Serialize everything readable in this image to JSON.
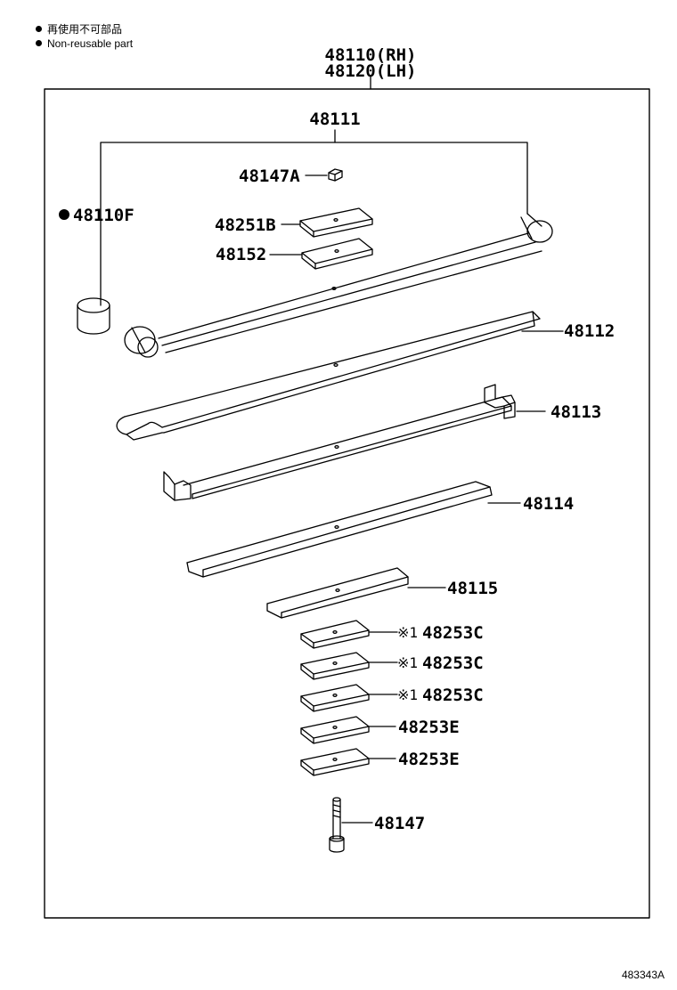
{
  "legend": {
    "non_reusable_ja": "再使用不可部品",
    "non_reusable_en": "Non-reusable part"
  },
  "assembly": {
    "rh": "48110(RH)",
    "lh": "48120(LH)"
  },
  "parts": {
    "spring_leaf_no1": "48111",
    "bushing": "48110F",
    "bushing_non_reusable": true,
    "nut": "48147A",
    "spacer": "48251B",
    "insulator": "48152",
    "leaf_no2": "48112",
    "leaf_no3": "48113",
    "leaf_no4": "48114",
    "leaf_no5": "48115",
    "spacer_c_mark": "※1",
    "spacer_c_1": "48253C",
    "spacer_c_2": "48253C",
    "spacer_c_3": "48253C",
    "spacer_e_1": "48253E",
    "spacer_e_2": "48253E",
    "center_bolt": "48147"
  },
  "diagram_code": "483343A"
}
